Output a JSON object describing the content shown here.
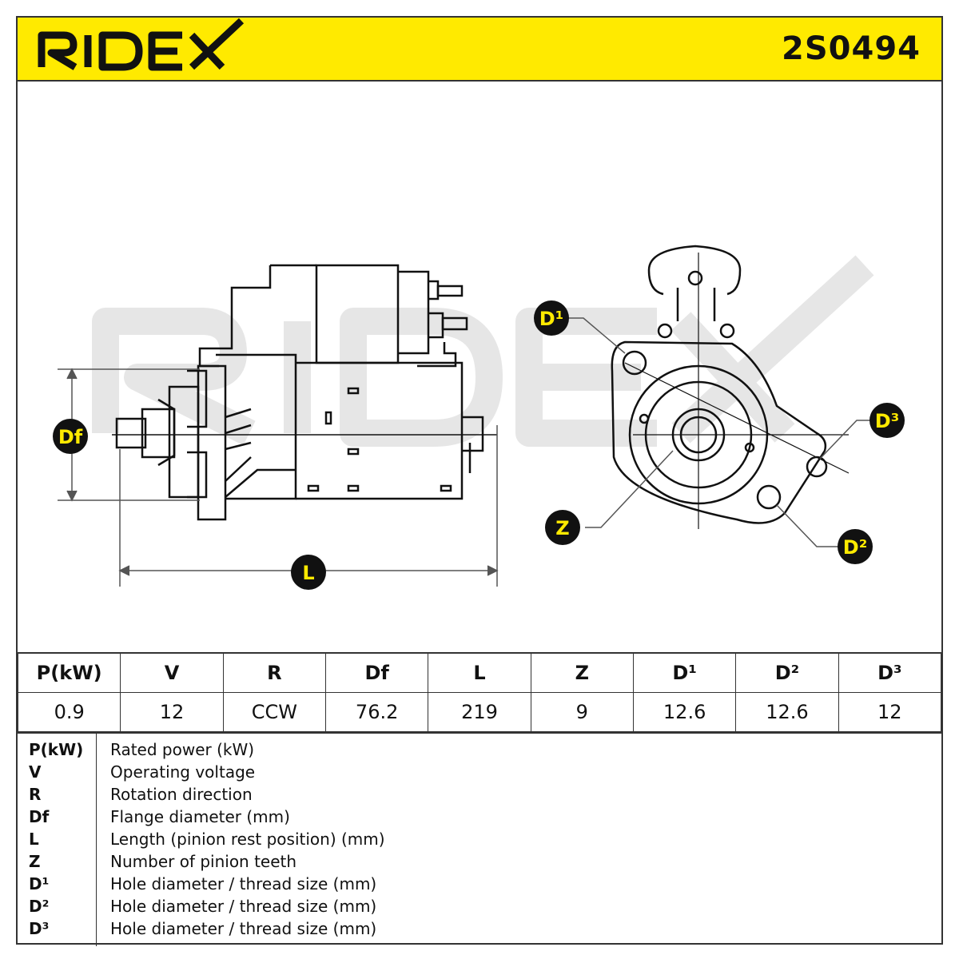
{
  "header": {
    "logo_text": "RIDEX",
    "part_number": "2S0494"
  },
  "diagram": {
    "labels": {
      "df": "Df",
      "l": "L",
      "z": "Z",
      "d1": "D¹",
      "d2": "D²",
      "d3": "D³"
    },
    "watermark": "RIDEX"
  },
  "specs": {
    "headers": [
      "P(kW)",
      "V",
      "R",
      "Df",
      "L",
      "Z",
      "D¹",
      "D²",
      "D³"
    ],
    "values": [
      "0.9",
      "12",
      "CCW",
      "76.2",
      "219",
      "9",
      "12.6",
      "12.6",
      "12"
    ]
  },
  "legend": [
    {
      "key": "P(kW)",
      "desc": "Rated power (kW)"
    },
    {
      "key": "V",
      "desc": "Operating voltage"
    },
    {
      "key": "R",
      "desc": "Rotation direction"
    },
    {
      "key": "Df",
      "desc": "Flange diameter (mm)"
    },
    {
      "key": "L",
      "desc": "Length (pinion rest position) (mm)"
    },
    {
      "key": "Z",
      "desc": "Number of pinion teeth"
    },
    {
      "key": "D¹",
      "desc": "Hole diameter / thread size (mm)"
    },
    {
      "key": "D²",
      "desc": "Hole diameter / thread size (mm)"
    },
    {
      "key": "D³",
      "desc": "Hole diameter / thread size (mm)"
    }
  ],
  "colors": {
    "accent": "#ffea00",
    "ink": "#111111",
    "watermark": "#e6e6e6"
  }
}
